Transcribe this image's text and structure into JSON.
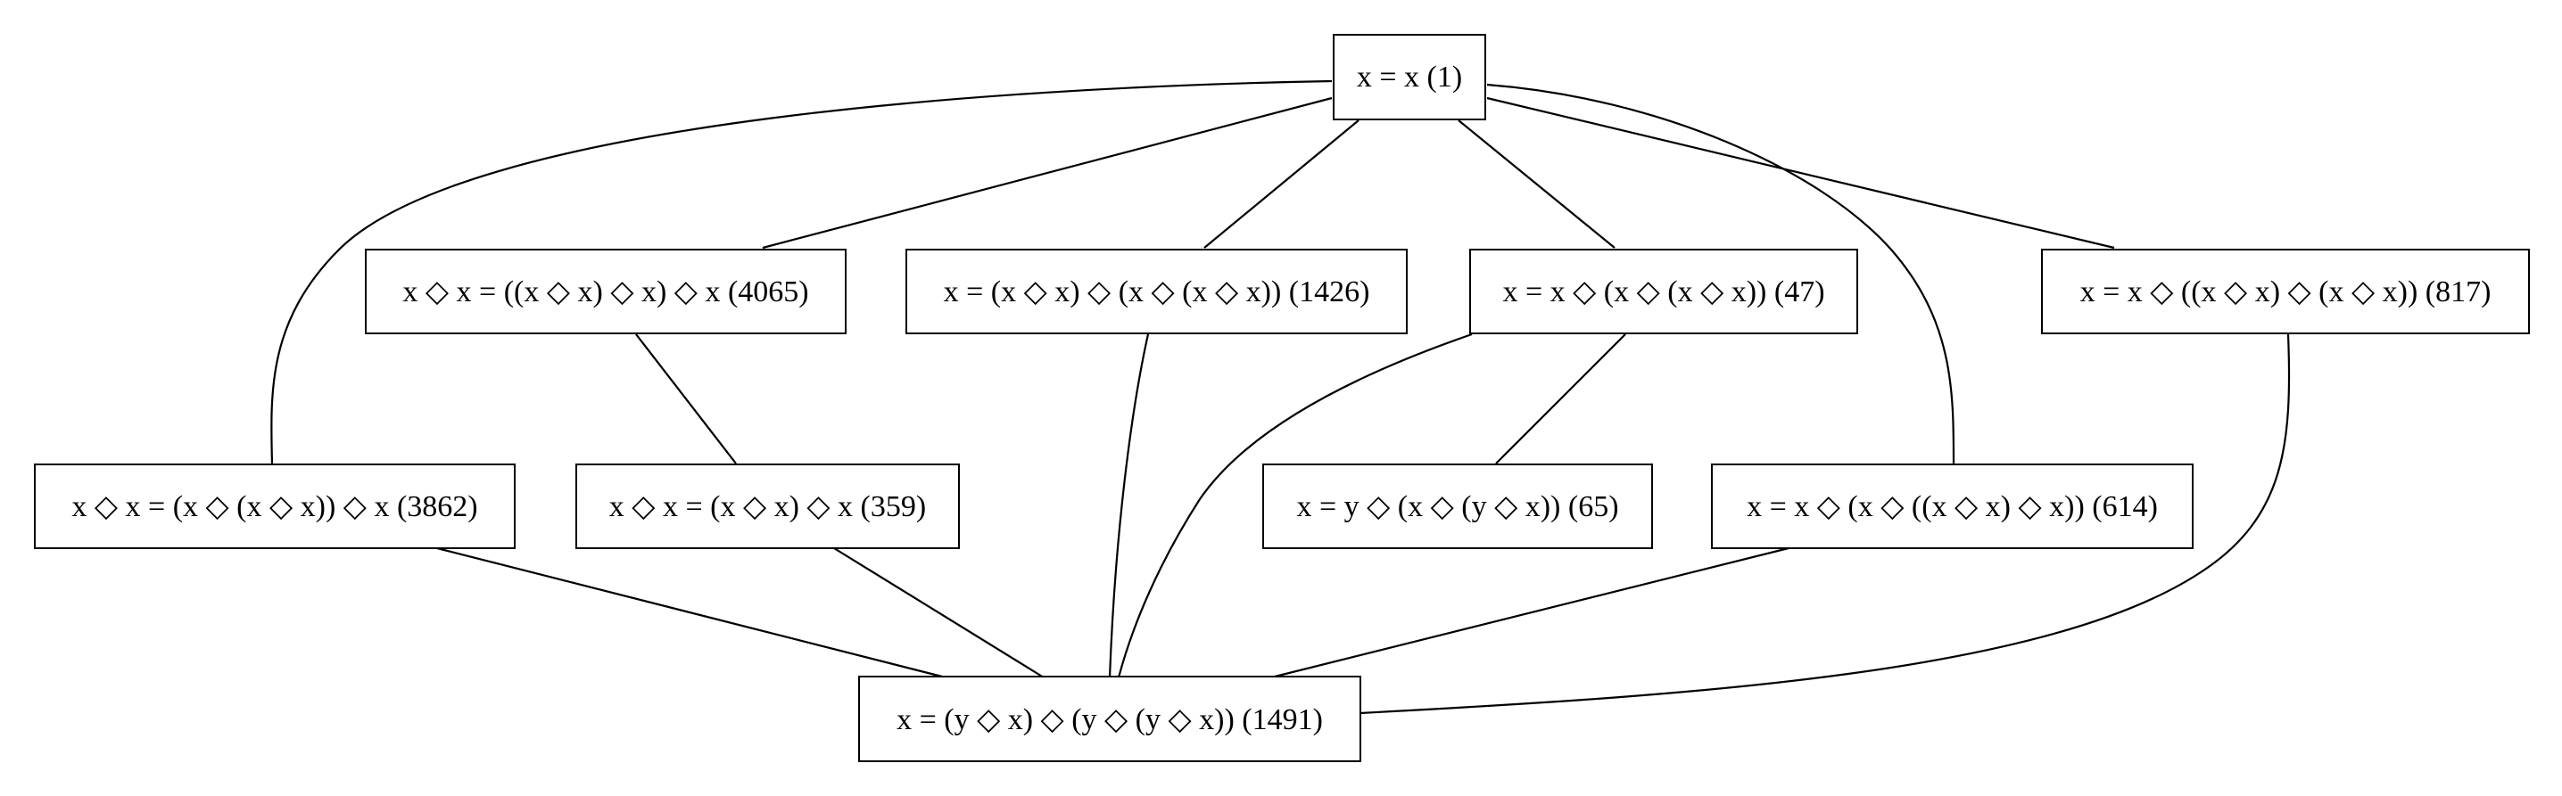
{
  "nodes": [
    {
      "id": "n1",
      "label": "x = x (1)"
    },
    {
      "id": "n4065",
      "label": "x ◇ x = ((x ◇ x) ◇ x) ◇ x (4065)"
    },
    {
      "id": "n1426",
      "label": "x = (x ◇ x) ◇ (x ◇ (x ◇ x)) (1426)"
    },
    {
      "id": "n47",
      "label": "x = x ◇ (x ◇ (x ◇ x)) (47)"
    },
    {
      "id": "n817",
      "label": "x = x ◇ ((x ◇ x) ◇ (x ◇ x)) (817)"
    },
    {
      "id": "n3862",
      "label": "x ◇ x = (x ◇ (x ◇ x)) ◇ x (3862)"
    },
    {
      "id": "n359",
      "label": "x ◇ x = (x ◇ x) ◇ x (359)"
    },
    {
      "id": "n65",
      "label": "x = y ◇ (x ◇ (y ◇ x)) (65)"
    },
    {
      "id": "n614",
      "label": "x = x ◇ (x ◇ ((x ◇ x) ◇ x)) (614)"
    },
    {
      "id": "n1491",
      "label": "x = (y ◇ x) ◇ (y ◇ (y ◇ x)) (1491)"
    }
  ],
  "edges": [
    {
      "from": "n1",
      "to": "n3862"
    },
    {
      "from": "n1",
      "to": "n4065"
    },
    {
      "from": "n1",
      "to": "n1426"
    },
    {
      "from": "n1",
      "to": "n47"
    },
    {
      "from": "n1",
      "to": "n614"
    },
    {
      "from": "n1",
      "to": "n817"
    },
    {
      "from": "n4065",
      "to": "n359"
    },
    {
      "from": "n1426",
      "to": "n1491"
    },
    {
      "from": "n47",
      "to": "n65"
    },
    {
      "from": "n47",
      "to": "n1491"
    },
    {
      "from": "n817",
      "to": "n1491"
    },
    {
      "from": "n3862",
      "to": "n1491"
    },
    {
      "from": "n359",
      "to": "n1491"
    },
    {
      "from": "n614",
      "to": "n1491"
    }
  ]
}
